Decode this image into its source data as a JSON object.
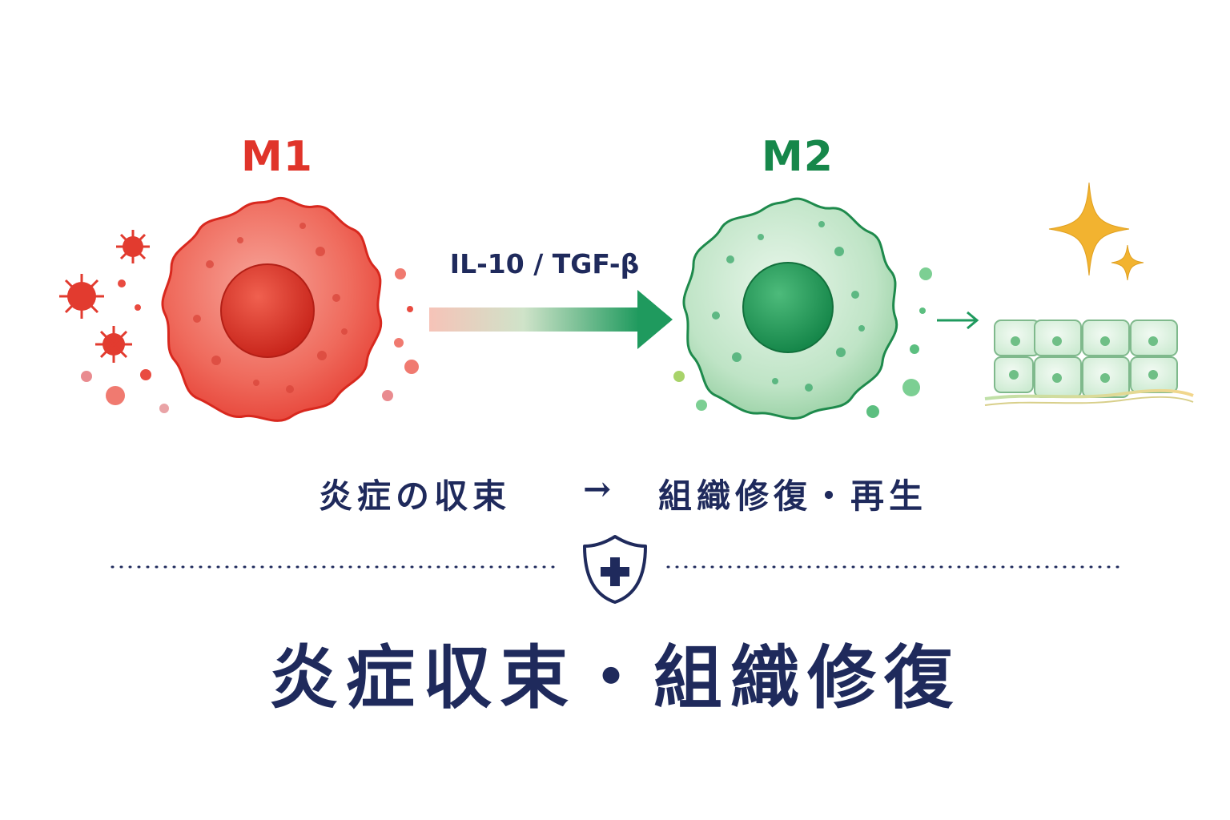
{
  "labels": {
    "m1": "M1",
    "m2": "M2",
    "cytokine": "IL-10 / TGF-β"
  },
  "process": {
    "from": "炎症の収束",
    "arrow": "→",
    "to": "組織修復・再生"
  },
  "title": "炎症収束・組織修復",
  "colors": {
    "m1": "#e0342a",
    "m2": "#16874a",
    "navy": "#1f2a5c",
    "gold": "#f2b330"
  },
  "icons": {
    "shield": "shield-plus-icon",
    "sparkle": "sparkle-icon",
    "tissue": "tissue-cells-icon",
    "virus": "virus-icon"
  }
}
